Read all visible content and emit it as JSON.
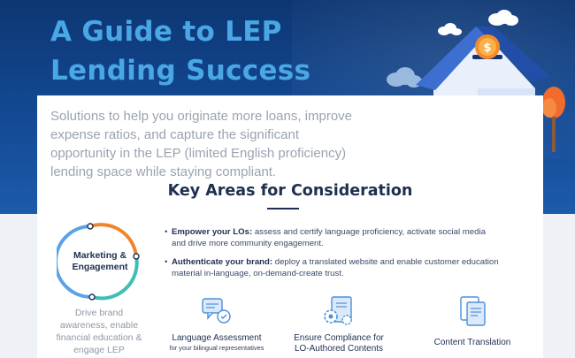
{
  "hero": {
    "title_line1": "A Guide to LEP",
    "title_line2": "Lending Success",
    "subtitle": "Solutions to help you originate more loans, improve expense ratios, and capture the significant opportunity in the LEP (limited English proficiency) lending space while staying compliant.",
    "illustration_icon": "house-with-coin-icon"
  },
  "section": {
    "title": "Key Areas for Consideration"
  },
  "focus_area": {
    "label_line1": "Marketing &",
    "label_line2": "Engagement",
    "description": "Drive brand awareness, enable financial education & engage LEP community"
  },
  "bullets": [
    {
      "lead": "Empower your LOs:",
      "text": " assess and certify language proficiency, activate social media and drive more community engagement."
    },
    {
      "lead": "Authenticate your brand:",
      "text": " deploy a translated website and enable customer education material in-language, on-demand-create trust."
    }
  ],
  "features": [
    {
      "title": "Language Assessment",
      "subtitle": "for your bilingual representatives",
      "icon": "assessment-speech-icon"
    },
    {
      "title_line1": "Ensure Compliance for",
      "title_line2": "LO-Authored Contents",
      "icon": "compliance-gears-icon"
    },
    {
      "title": "Content Translation",
      "icon": "translation-documents-icon"
    }
  ],
  "colors": {
    "title": "#4aa7e6",
    "hero_dark": "#0d3672",
    "heading": "#1e2f4f",
    "ring_orange": "#f0862c",
    "ring_teal": "#3dbfb4",
    "ring_blue": "#5aa2e6",
    "icon_blue": "#4a90d9"
  }
}
